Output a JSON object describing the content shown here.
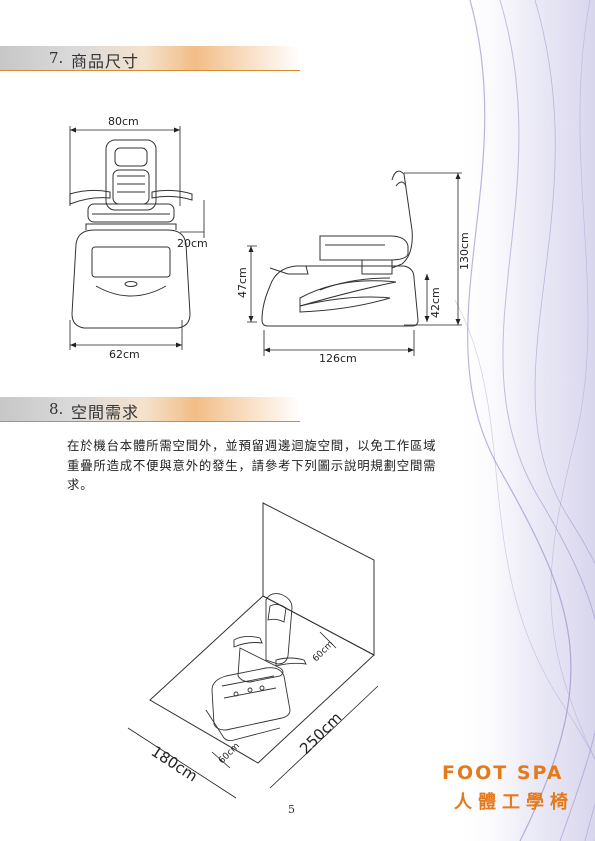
{
  "section7": {
    "number": "7.",
    "title": "商品尺寸"
  },
  "section8": {
    "number": "8.",
    "title": "空間需求"
  },
  "space_paragraph": "在於機台本體所需空間外，並預留週邊迴旋空間，以免工作區域重疊所造成不便與意外的發生，請參考下列圖示說明規劃空間需求。",
  "dimensions": {
    "front_width": "80cm",
    "armrest_extension": "20cm",
    "base_width": "62cm",
    "basin_height": "47cm",
    "total_height": "130cm",
    "seat_height": "42cm",
    "total_length": "126cm"
  },
  "space_dimensions": {
    "width": "180cm",
    "length": "250cm",
    "front_clearance": "60cm",
    "side_clearance": "60cm"
  },
  "page_number": "5",
  "brand": {
    "english": "FOOT SPA",
    "chinese": "人體工學椅"
  },
  "colors": {
    "accent": "#e47a1c",
    "heading_rule": "#d9892e",
    "wave": "#8b86c4"
  }
}
